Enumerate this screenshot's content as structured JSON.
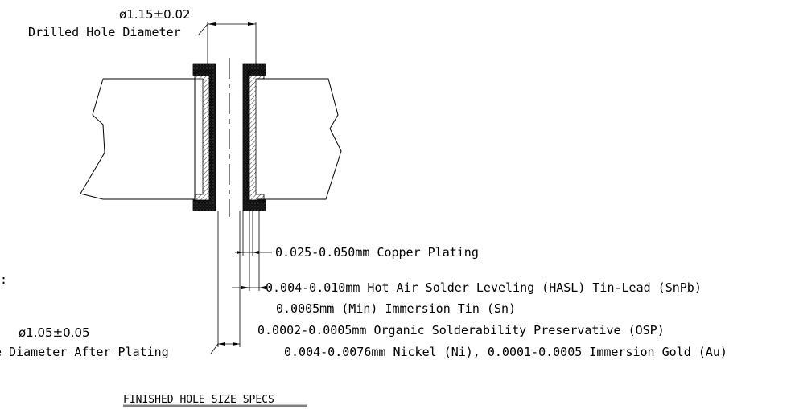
{
  "drilled_hole": {
    "dimension": "ø1.15±0.02",
    "label": "Drilled Hole Diameter"
  },
  "after_plating": {
    "dimension": "ø1.05±0.05",
    "label": "e Diameter After Plating"
  },
  "colon_fragment": ":",
  "copper_plating": {
    "label": "0.025-0.050mm Copper Plating"
  },
  "finishes": [
    "0.004-0.010mm Hot Air Solder Leveling (HASL) Tin-Lead (SnPb)",
    "0.0005mm (Min) Immersion Tin (Sn)",
    "0.0002-0.0005mm Organic Solderability Preservative (OSP)",
    "0.004-0.0076mm Nickel (Ni), 0.0001-0.0005 Immersion Gold (Au)"
  ],
  "title": "FINISHED HOLE SIZE SPECS",
  "colors": {
    "line": "#000000",
    "coating": "#1a1a1a",
    "title_underline": "#808080"
  }
}
